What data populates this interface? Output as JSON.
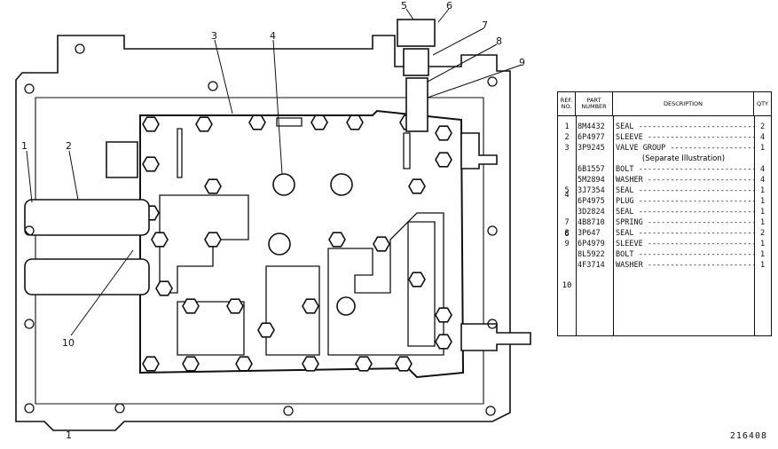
{
  "callouts": [
    "1",
    "2",
    "3",
    "4",
    "5",
    "6",
    "7",
    "8",
    "9",
    "10"
  ],
  "bottom_label": "1",
  "figure_id": "216408",
  "table": {
    "headers": [
      "REF. NO.",
      "PART NUMBER",
      "DESCRIPTION",
      "QTY"
    ],
    "rows": [
      {
        "ref": "1",
        "part": "8M4432",
        "desc": "SEAL",
        "qty": "2"
      },
      {
        "ref": "2",
        "part": "6P4977",
        "desc": "SLEEVE",
        "qty": "4"
      },
      {
        "ref": "3",
        "part": "3P9245",
        "desc": "VALVE GROUP",
        "qty": "1"
      },
      {
        "ref": "",
        "part": "6B1557",
        "desc": "BOLT",
        "qty": "4"
      },
      {
        "ref": "",
        "part": "5M2894",
        "desc": "WASHER",
        "qty": "4"
      },
      {
        "ref": "5",
        "part": "3J7354",
        "desc": "SEAL",
        "qty": "1"
      },
      {
        "ref": "",
        "part": "6P4975",
        "desc": "PLUG",
        "qty": "1"
      },
      {
        "ref": "",
        "part": "3D2824",
        "desc": "SEAL",
        "qty": "1"
      },
      {
        "ref": "7",
        "part": "4B8710",
        "desc": "SPRING",
        "qty": "1"
      },
      {
        "ref": "8",
        "part": "3P647",
        "desc": "SEAL",
        "qty": "2"
      },
      {
        "ref": "9",
        "part": "6P4979",
        "desc": "SLEEVE",
        "qty": "1"
      },
      {
        "ref": "",
        "part": "8L5922",
        "desc": "BOLT",
        "qty": "1"
      },
      {
        "ref": "",
        "part": "4F3714",
        "desc": "WASHER",
        "qty": "1"
      }
    ],
    "note": "(Separate Illustration)",
    "group_refs": [
      "4",
      "6",
      "10"
    ]
  }
}
